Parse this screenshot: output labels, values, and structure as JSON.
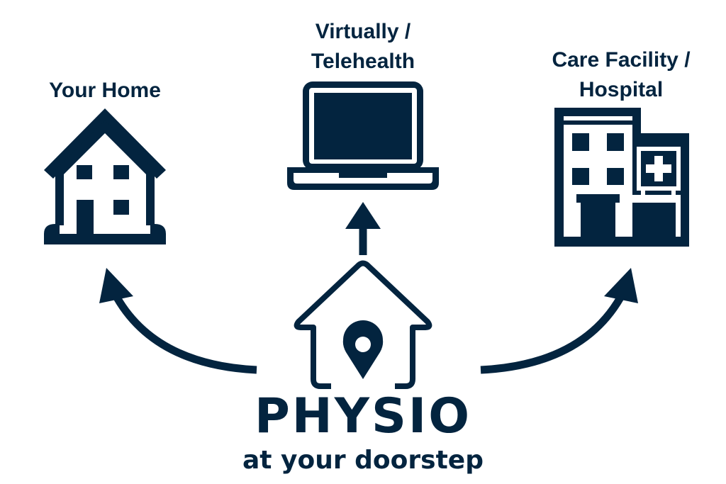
{
  "destinations": [
    {
      "label_line1": "Your Home",
      "label_line2": "",
      "icon": "house-icon"
    },
    {
      "label_line1": "Virtually /",
      "label_line2": "Telehealth",
      "icon": "laptop-icon"
    },
    {
      "label_line1": "Care Facility /",
      "label_line2": "Hospital",
      "icon": "hospital-icon"
    }
  ],
  "brand": {
    "name": "PHYSIO",
    "tagline": "at your doorstep",
    "icon": "house-location-pin-icon"
  },
  "colors": {
    "primary": "#03243f",
    "background": "#ffffff"
  }
}
